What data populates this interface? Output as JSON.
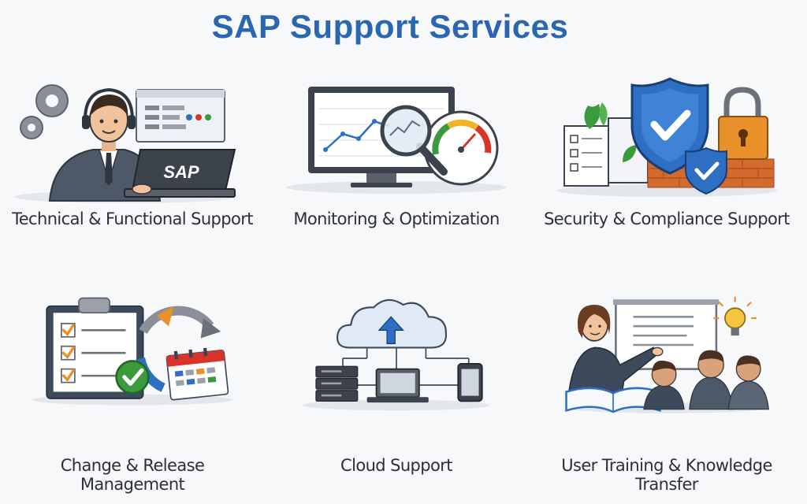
{
  "page": {
    "title": "SAP Support Services"
  },
  "services": [
    {
      "label": "Technical & Functional Support",
      "icon": "consultant-laptop-icon",
      "logo_text": "SAP"
    },
    {
      "label": "Monitoring & Optimization",
      "icon": "monitor-magnifier-gauge-icon"
    },
    {
      "label": "Security & Compliance Support",
      "icon": "shield-lock-icon"
    },
    {
      "label": "Change & Release Management",
      "icon": "checklist-cycle-calendar-icon"
    },
    {
      "label": "Cloud Support",
      "icon": "cloud-devices-icon"
    },
    {
      "label": "User Training & Knowledge Transfer",
      "icon": "trainer-presentation-icon"
    }
  ],
  "colors": {
    "title": "#2b66b1",
    "accent_blue": "#2e6fc4",
    "accent_green": "#3a9a3c",
    "accent_orange": "#e8902a"
  }
}
